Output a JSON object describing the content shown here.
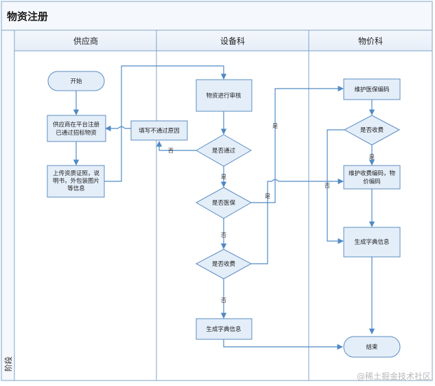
{
  "title": "物资注册",
  "phase_label": "阶段",
  "lanes": [
    {
      "id": "lane-supplier",
      "label": "供应商"
    },
    {
      "id": "lane-equipment",
      "label": "设备科"
    },
    {
      "id": "lane-pricing",
      "label": "物价科"
    }
  ],
  "nodes": {
    "start": "开始",
    "register": [
      "供应商在平台注册",
      "已通过招标物资"
    ],
    "upload": [
      "上传资质证照，说",
      "明书，外包装图片",
      "等信息"
    ],
    "reason": "填写不通过原因",
    "review": "物资进行审核",
    "passed": "是否通过",
    "medins": "是否医保",
    "charge1": "是否收费",
    "dict1": "生成字典信息",
    "medcode": "维护医保编码",
    "charge2": "是否收费",
    "feecode": [
      "维护收费编码，物",
      "价编码"
    ],
    "dict2": "生成字典信息",
    "end": "结束"
  },
  "edge_labels": {
    "no": "否",
    "yes": "是"
  },
  "watermark": "@稀土掘金技术社区",
  "colors": {
    "node_fill": "#e4eef9",
    "node_stroke": "#5b8cc0",
    "edge": "#4f8ac4",
    "lane_header": "#eef3fa"
  }
}
